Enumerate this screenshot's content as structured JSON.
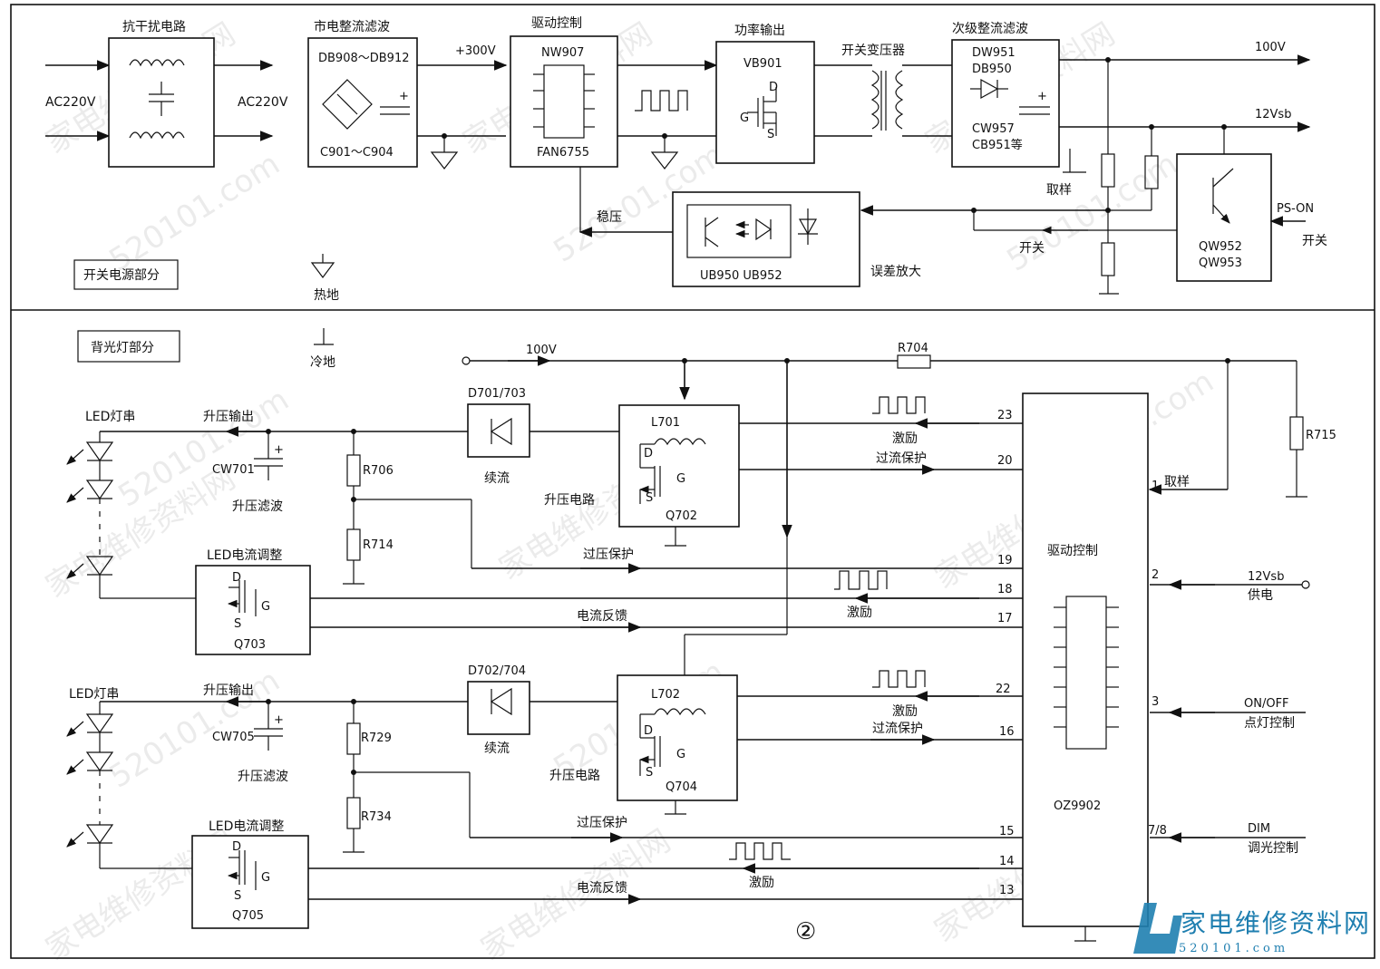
{
  "psu": {
    "emi": {
      "title": "抗干扰电路"
    },
    "ac_in": "AC220V",
    "ac_mid": "AC220V",
    "rectifier": {
      "title": "市电整流滤波",
      "top": "DB908～DB912",
      "bottom": "C901～C904"
    },
    "dc300": "+300V",
    "driver": {
      "title": "驱动控制",
      "top": "NW907",
      "bottom": "FAN6755"
    },
    "power": {
      "title": "功率输出",
      "part": "VB901",
      "d": "D",
      "g": "G",
      "s": "S"
    },
    "transformer": "开关变压器",
    "secondary": {
      "title": "次级整流滤波",
      "p1": "DW951",
      "p2": "DB950",
      "p3": "CW957",
      "p4": "CB951等"
    },
    "out100": "100V",
    "out12": "12Vsb",
    "sample": "取样",
    "regulate": "稳压",
    "switch1": "开关",
    "error_amp": {
      "label": "误差放大",
      "parts": "UB950  UB952"
    },
    "pson": "PS-ON",
    "switch2": "开关",
    "qw": {
      "a": "QW952",
      "b": "QW953"
    },
    "section": "开关电源部分",
    "hot_ground": "热地"
  },
  "bl": {
    "section": "背光灯部分",
    "cold_ground": "冷地",
    "v100": "100V",
    "r704": "R704",
    "r715": "R715",
    "ch1": {
      "led": "LED灯串",
      "boost_out": "升压输出",
      "cap": "CW701",
      "cap_lbl": "升压滤波",
      "r_top": "R706",
      "r_bot": "R714",
      "diode": "D701/703",
      "diode_lbl": "续流",
      "inductor": "L701",
      "d": "D",
      "g": "G",
      "s": "S",
      "fet": "Q702",
      "boost": "升压电路",
      "adj": "LED电流调整",
      "adj_d": "D",
      "adj_g": "G",
      "adj_s": "S",
      "adj_q": "Q703",
      "sig_drive": "激励",
      "sig_oc": "过流保护",
      "sig_ov": "过压保护",
      "sig_drive2": "激励",
      "sig_fb": "电流反馈",
      "pins": [
        "23",
        "20",
        "19",
        "18",
        "17"
      ]
    },
    "ch2": {
      "led": "LED灯串",
      "boost_out": "升压输出",
      "cap": "CW705",
      "cap_lbl": "升压滤波",
      "r_top": "R729",
      "r_bot": "R734",
      "diode": "D702/704",
      "diode_lbl": "续流",
      "inductor": "L702",
      "d": "D",
      "g": "G",
      "s": "S",
      "fet": "Q704",
      "boost": "升压电路",
      "adj": "LED电流调整",
      "adj_d": "D",
      "adj_g": "G",
      "adj_s": "S",
      "adj_q": "Q705",
      "sig_drive": "激励",
      "sig_oc": "过流保护",
      "sig_ov": "过压保护",
      "sig_drive2": "激励",
      "sig_fb": "电流反馈",
      "pins": [
        "22",
        "16",
        "15",
        "14",
        "13"
      ]
    },
    "ic": {
      "title": "驱动控制",
      "part": "OZ9902"
    },
    "right": {
      "pin1": "1",
      "pin1_lbl": "取样",
      "pin2": "2",
      "v12": "12Vsb",
      "supply": "供电",
      "pin3": "3",
      "onoff": "ON/OFF",
      "light": "点灯控制",
      "pin78": "7/8",
      "dim": "DIM",
      "dimctl": "调光控制"
    },
    "figure_no": "②"
  },
  "logo": {
    "text": "家电维修资料网",
    "url": "520101.com"
  },
  "watermarks": [
    "家电维修资料网",
    "520101.com"
  ]
}
